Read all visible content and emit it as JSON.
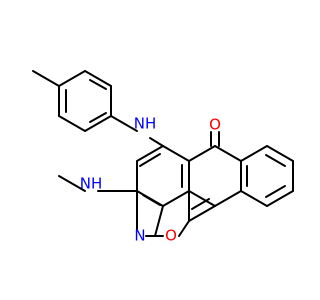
{
  "atoms": {
    "amine_top": "NH",
    "amine_left": "NH",
    "ketone_o": "O",
    "isoxazole_n": "N",
    "isoxazole_o": "O"
  },
  "colors": {
    "bond": "#000000",
    "nitrogen": "#0000ff",
    "oxygen": "#ff0000",
    "background": "#ffffff"
  }
}
